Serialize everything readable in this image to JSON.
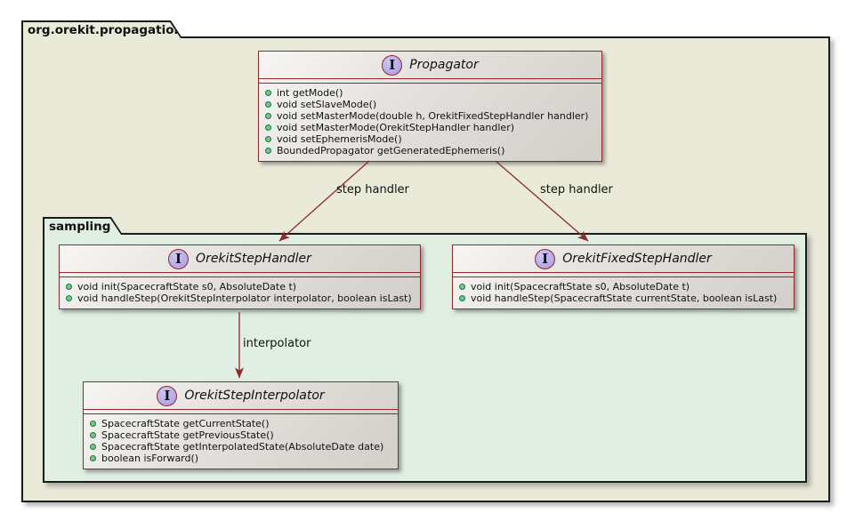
{
  "outer_package": {
    "label": "org.orekit.propagation"
  },
  "inner_package": {
    "label": "sampling"
  },
  "classes": {
    "propagator": {
      "icon": "I",
      "name": "Propagator",
      "methods": [
        "int getMode()",
        "void setSlaveMode()",
        "void setMasterMode(double h, OrekitFixedStepHandler handler)",
        "void setMasterMode(OrekitStepHandler handler)",
        "void setEphemerisMode()",
        "BoundedPropagator getGeneratedEphemeris()"
      ]
    },
    "step_handler": {
      "icon": "I",
      "name": "OrekitStepHandler",
      "methods": [
        "void init(SpacecraftState s0, AbsoluteDate t)",
        "void handleStep(OrekitStepInterpolator interpolator, boolean isLast)"
      ]
    },
    "fixed_step_handler": {
      "icon": "I",
      "name": "OrekitFixedStepHandler",
      "methods": [
        "void init(SpacecraftState s0, AbsoluteDate t)",
        "void handleStep(SpacecraftState currentState, boolean isLast)"
      ]
    },
    "step_interpolator": {
      "icon": "I",
      "name": "OrekitStepInterpolator",
      "methods": [
        "SpacecraftState getCurrentState()",
        "SpacecraftState getPreviousState()",
        "SpacecraftState getInterpolatedState(AbsoluteDate date)",
        "boolean isForward()"
      ]
    }
  },
  "edges": {
    "propagator_to_step_handler": {
      "label": "step handler"
    },
    "propagator_to_fixed_step_handler": {
      "label": "step handler"
    },
    "step_handler_to_interpolator": {
      "label": "interpolator"
    }
  },
  "colors": {
    "outer_package_fill": "#EAEAD9",
    "inner_package_fill": "#E1EEE2",
    "package_border": "#1B1B1B",
    "class_border": "#8E2A2E",
    "arrow": "#8E2A2E",
    "interface_icon_fill": "#B4A7E5",
    "public_method_icon_fill": "#84BE84",
    "public_method_icon_border": "#038048"
  }
}
